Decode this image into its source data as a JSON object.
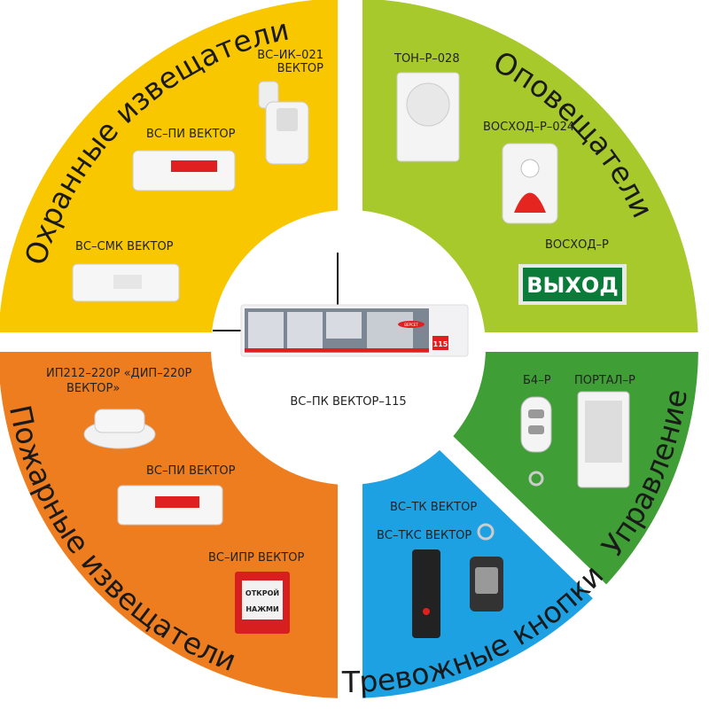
{
  "colors": {
    "security": "#f8c700",
    "notify": "#a7c92c",
    "control": "#3f9e35",
    "panic": "#1ea1e2",
    "fire": "#ee7d1f"
  },
  "sectors": {
    "security": {
      "title": "Охранные извещатели",
      "items": [
        "ВС–ИК–021",
        "ВЕКТОР",
        "ВС–ПИ ВЕКТОР",
        "ВС–СМК ВЕКТОР"
      ]
    },
    "notify": {
      "title": "Оповещатели",
      "items": [
        "ТОН–Р–028",
        "ВОСХОД–Р–024",
        "ВОСХОД–Р"
      ],
      "exit_sign": "ВЫХОД"
    },
    "control": {
      "title": "Управление",
      "items": [
        "Б4–Р",
        "ПОРТАЛ–Р"
      ]
    },
    "panic": {
      "title": "Тревожные кнопки",
      "items": [
        "ВС–ТК ВЕКТОР",
        "ВС–ТКС ВЕКТОР"
      ]
    },
    "fire": {
      "title": "Пожарные извещатели",
      "items": [
        "ИП212–220Р «ДИП–220Р",
        "ВЕКТОР»",
        "ВС–ПИ ВЕКТОР",
        "ВС–ИПР ВЕКТОР"
      ],
      "button_text": [
        "ОТКРОЙ",
        "НАЖМИ"
      ]
    }
  },
  "center": {
    "label": "ВС–ПК ВЕКТОР–115",
    "badge": "115",
    "brand": "ВЕРСЕТ"
  }
}
